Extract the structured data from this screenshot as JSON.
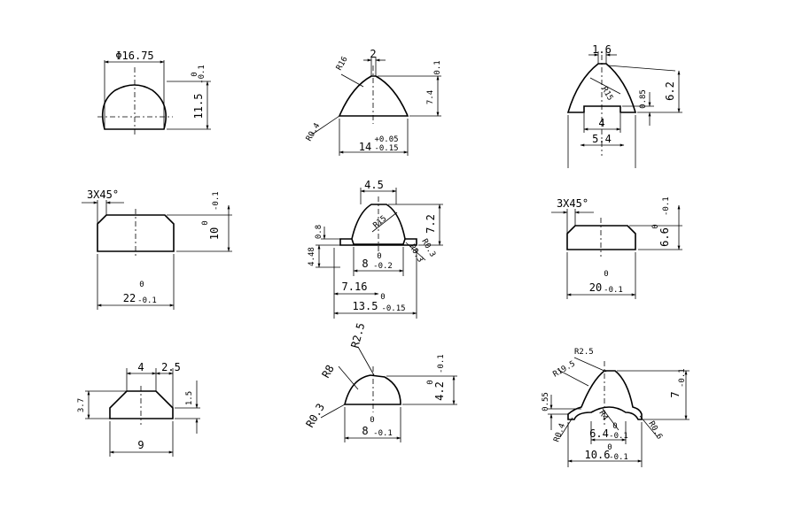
{
  "parts": {
    "p1": {
      "diameter": "Φ16.75",
      "height": "11.5",
      "height_up": "0",
      "height_low": "-0.1"
    },
    "p2": {
      "radius_top": "R16",
      "top_width": "2",
      "fillet": "R0.4",
      "width": "14",
      "width_up": "+0.05",
      "width_low": "-0.15",
      "height": "7.4",
      "height_tol": "-0.1"
    },
    "p3": {
      "top_width": "1.6",
      "radius": "R15",
      "slot": "4",
      "base": "5.4",
      "step": "0.85",
      "height": "6.2"
    },
    "p4": {
      "chamfer": "3X45°",
      "width": "22",
      "width_up": "0",
      "width_low": "-0.1",
      "height": "10",
      "height_up": "0",
      "height_low": "-0.1"
    },
    "p5": {
      "top_width": "4.5",
      "radius": "R15",
      "fillet_a": "R0.3",
      "fillet_b": "R0.3",
      "height": "7.2",
      "step": "0.8",
      "side": "4.48",
      "inner": "8",
      "inner_up": "0",
      "inner_low": "-0.2",
      "offset": "7.16",
      "width": "13.5",
      "width_up": "0",
      "width_low": "-0.15"
    },
    "p6": {
      "chamfer": "3X45°",
      "width": "20",
      "width_up": "0",
      "width_low": "-0.1",
      "height": "6.6",
      "height_up": "0",
      "height_low": "-0.1"
    },
    "p7": {
      "top": "4",
      "chamfer": "2.5",
      "height": "3.7",
      "inner_height": "1.5",
      "width": "9"
    },
    "p8": {
      "radius_big": "R8",
      "radius_top": "R2.5",
      "fillet": "R0.3",
      "width": "8",
      "width_up": "0",
      "width_low": "-0.1",
      "height": "4.2",
      "height_up": "0",
      "height_low": "-0.1"
    },
    "p9": {
      "radius_top": "R2.5",
      "radius_side": "R19.5",
      "inner_radius": "R4",
      "fillet_left": "R0.4",
      "fillet_right": "R0.6",
      "step": "0.55",
      "inner_width": "6.4",
      "inner_up": "0",
      "inner_low": "-0.1",
      "width": "10.6",
      "width_up": "0",
      "width_low": "-0.1",
      "height": "7",
      "height_tol": "-0.1"
    }
  },
  "colors": {
    "ink": "#000000",
    "paper": "#ffffff"
  }
}
